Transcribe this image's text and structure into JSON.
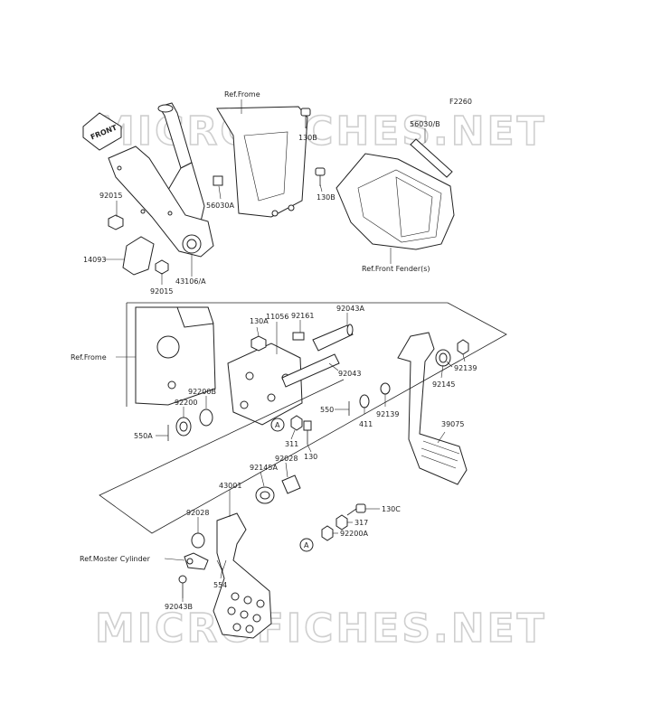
{
  "figure_code": "F2260",
  "watermark": "MICROFICHES.NET",
  "front_arrow": "FRONT",
  "callout_a": "A",
  "references": {
    "frame_top": "Ref.Frome",
    "frame_mid": "Ref.Frome",
    "front_fender": "Ref.Front Fender(s)",
    "master_cylinder": "Ref.Moster Cylinder"
  },
  "parts": {
    "p130b_top": "130B",
    "p130b_mid": "130B",
    "p56030b": "56030/B",
    "p56030a": "56030A",
    "p92015_a": "92015",
    "p92015_b": "92015",
    "p14093": "14093",
    "p43106a": "43106/A",
    "p130a": "130A",
    "p11056": "11056",
    "p92161": "92161",
    "p92043a": "92043A",
    "p92043": "92043",
    "p92139_a": "92139",
    "p92139_b": "92139",
    "p92145": "92145",
    "p92200b": "92200B",
    "p92200": "92200",
    "p550a": "550A",
    "p550": "550",
    "p411": "411",
    "p311": "311",
    "p130": "130",
    "p92028_a": "92028",
    "p92028_b": "92028",
    "p39075": "39075",
    "p92145a": "92145A",
    "p43001": "43001",
    "p130c": "130C",
    "p317": "317",
    "p92200a": "92200A",
    "p554": "554",
    "p92043b": "92043B"
  }
}
